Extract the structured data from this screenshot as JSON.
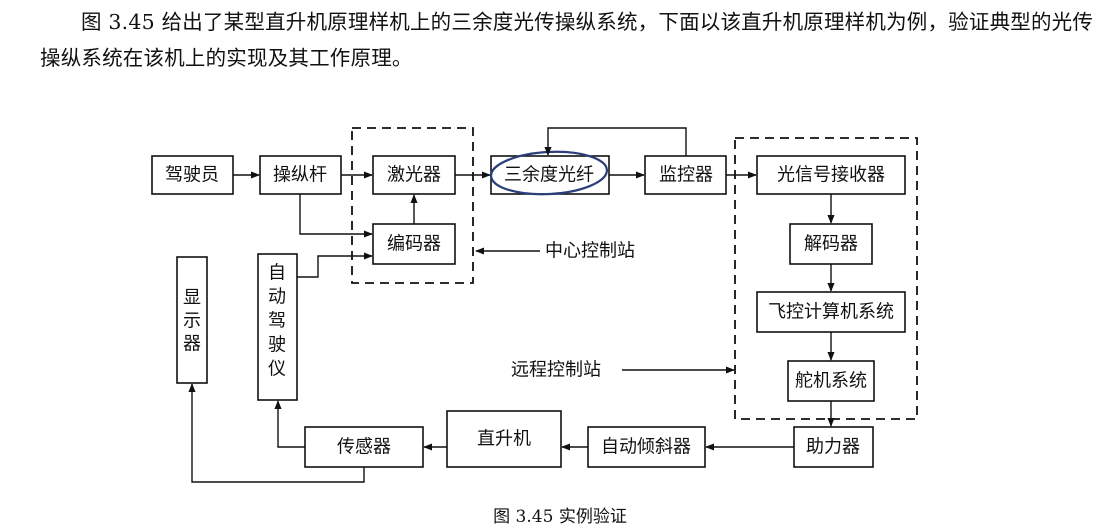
{
  "paragraph": "图 3.45 给出了某型直升机原理样机上的三余度光传操纵系统，下面以该直升机原理样机为例，验证典型的光传操纵系统在该机上的实现及其工作原理。",
  "diagram": {
    "nodes": {
      "pilot": "驾驶员",
      "stick": "操纵杆",
      "laser": "激光器",
      "encoder": "编码器",
      "fiber": "三余度光纤",
      "monitor": "监控器",
      "receiver": "光信号接收器",
      "decoder": "解码器",
      "fcc": "飞控计算机系统",
      "servo": "舵机系统",
      "booster": "助力器",
      "swashplate": "自动倾斜器",
      "helicopter": "直升机",
      "sensor": "传感器",
      "display": [
        "显",
        "示",
        "器"
      ],
      "autopilot": [
        "自",
        "动",
        "驾",
        "驶",
        "仪"
      ]
    },
    "labels": {
      "center_station": "中心控制站",
      "remote_station": "远程控制站"
    },
    "colors": {
      "line": "#111111",
      "fiber_ellipse": "#2b3f7a"
    }
  },
  "caption": "图 3.45  实例验证"
}
